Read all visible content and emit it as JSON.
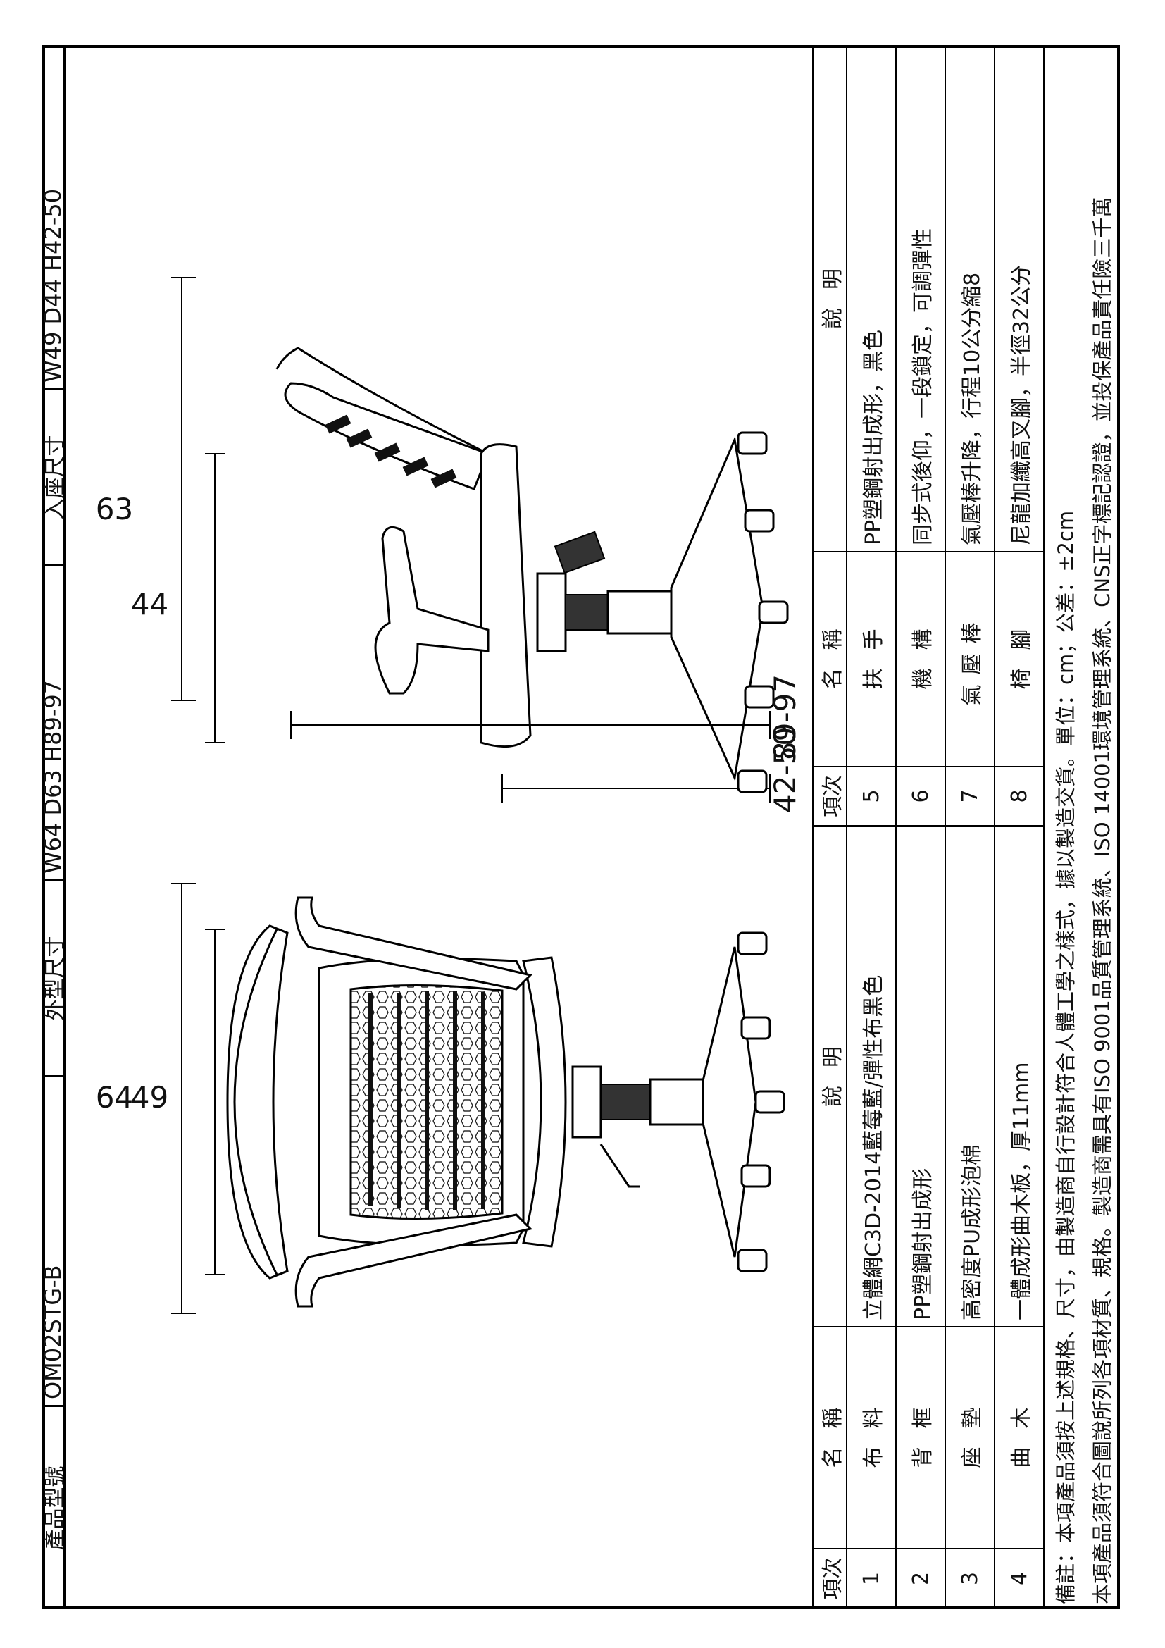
{
  "title_block": {
    "model_label": "產品型號",
    "model_value": "OM02STG-B",
    "outer_label": "外型尺寸",
    "outer_value": "W64 D63 H89-97",
    "seat_label": "入座尺寸",
    "seat_value": "W49 D44 H42-50"
  },
  "table": {
    "headers": {
      "no": "項次",
      "name": "名稱",
      "desc": "說明"
    },
    "left_rows": [
      {
        "no": "1",
        "name": "布料",
        "desc": "立體網C3D-2014藍莓藍/彈性布黑色"
      },
      {
        "no": "2",
        "name": "背框",
        "desc": "PP塑鋼射出成形"
      },
      {
        "no": "3",
        "name": "座墊",
        "desc": "高密度PU成形泡棉"
      },
      {
        "no": "4",
        "name": "曲木",
        "desc": "一體成形曲木板，厚11mm"
      }
    ],
    "right_rows": [
      {
        "no": "5",
        "name": "扶手",
        "desc": "PP塑鋼射出成形，黑色"
      },
      {
        "no": "6",
        "name": "機構",
        "desc": "同步式後仰，一段鎖定，可調彈性"
      },
      {
        "no": "7",
        "name": "氣壓棒",
        "desc": "氣壓棒升降，行程10公分縮8"
      },
      {
        "no": "8",
        "name": "椅腳",
        "desc": "尼龍加纖高叉腳，半徑32公分"
      }
    ]
  },
  "notes": {
    "line1": "備註：本項產品須按上述規格、尺寸，由製造商自行設計符合人體工學之樣式，據以製造交貨。單位：cm；公差：±2cm",
    "line2": "本項產品須符合圖說所列各項材質、規格。製造商需具有ISO 9001品質管理系統、ISO 14001環境管理系統、CNS正字標記認證，並投保產品責任險三千萬"
  },
  "dimensions": {
    "front_width": "64",
    "front_back_width": "49",
    "front_seat_height": "42-50",
    "side_depth": "63",
    "side_seat_depth": "44",
    "side_height": "89-97"
  }
}
